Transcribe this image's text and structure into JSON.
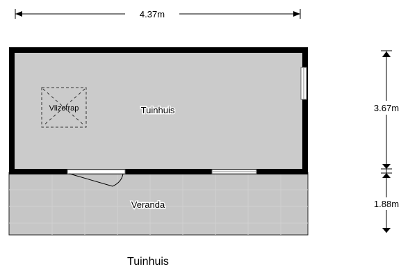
{
  "plan": {
    "title": "Tuinhuis",
    "rooms": {
      "main": "Tuinhuis",
      "porch": "Veranda",
      "hatch": "Vlizotrap"
    },
    "dimensions": {
      "width": "4.37m",
      "main_depth": "3.67m",
      "porch_depth": "1.88m"
    }
  },
  "colors": {
    "floor": "#cbcbcb",
    "porch": "#c6c6c6",
    "wall": "#000000"
  }
}
